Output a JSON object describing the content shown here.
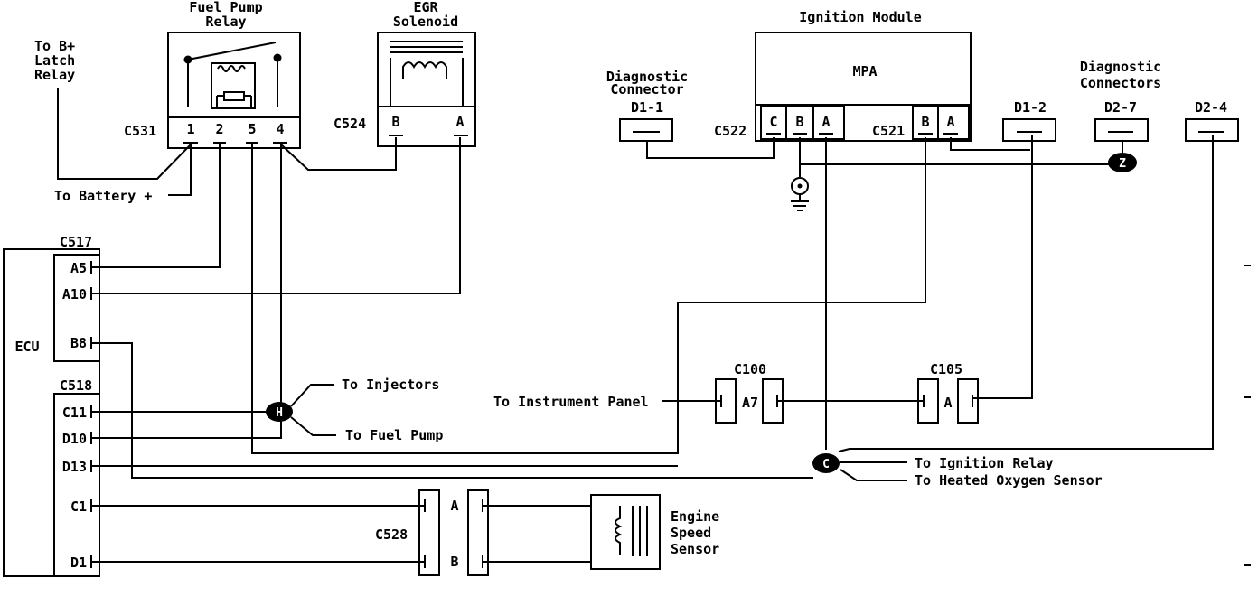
{
  "components": {
    "fuel_pump_relay": {
      "title_1": "Fuel Pump",
      "title_2": "Relay",
      "connector": "C531",
      "pins": [
        "1",
        "2",
        "5",
        "4"
      ]
    },
    "egr_solenoid": {
      "title_1": "EGR",
      "title_2": "Solenoid",
      "connector": "C524",
      "pins": [
        "B",
        "A"
      ]
    },
    "ignition_module": {
      "title": "Ignition Module",
      "inner_label": "MPA",
      "connector_left": "C522",
      "pins_left": [
        "C",
        "B",
        "A"
      ],
      "connector_right": "C521",
      "pins_right": [
        "B",
        "A"
      ]
    },
    "diagnostic_connector": {
      "title_1": "Diagnostic",
      "title_2": "Connector",
      "id": "D1-1"
    },
    "diagnostic_connectors": {
      "title_1": "Diagnostic",
      "title_2": "Connectors",
      "ids": [
        "D1-2",
        "D2-7",
        "D2-4"
      ]
    },
    "ecu": {
      "label": "ECU",
      "connector_top": "C517",
      "pins_top": [
        "A5",
        "A10",
        "B8"
      ],
      "connector_bottom": "C518",
      "pins_bottom": [
        "C11",
        "D10",
        "D13",
        "C1",
        "D1"
      ]
    },
    "engine_speed_sensor": {
      "line_1": "Engine",
      "line_2": "Speed",
      "line_3": "Sensor"
    },
    "c528": {
      "connector": "C528",
      "pins": [
        "A",
        "B"
      ]
    },
    "c100": {
      "connector": "C100",
      "pin": "A7"
    },
    "c105": {
      "connector": "C105",
      "pin": "A"
    }
  },
  "labels": {
    "to_b_latch_1": "To B+",
    "to_b_latch_2": "Latch",
    "to_b_latch_3": "Relay",
    "to_battery": "To Battery +",
    "to_injectors": "To Injectors",
    "to_fuel_pump": "To Fuel Pump",
    "to_instrument_panel": "To Instrument Panel",
    "to_ignition_relay": "To Ignition Relay",
    "to_heated_oxygen_sensor": "To Heated Oxygen Sensor"
  },
  "splices": {
    "h": "H",
    "z": "Z",
    "c": "C"
  }
}
